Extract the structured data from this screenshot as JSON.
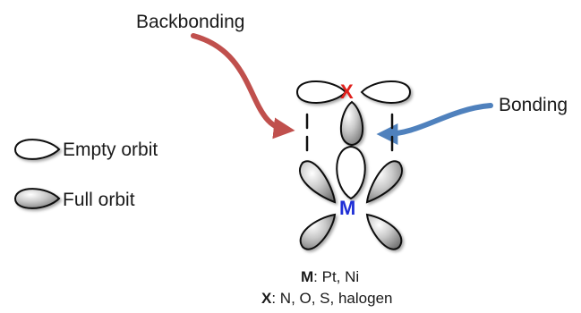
{
  "labels": {
    "backbonding": "Backbonding",
    "bonding": "Bonding",
    "empty_orbit": "Empty orbit",
    "full_orbit": "Full orbit"
  },
  "atoms": {
    "x": {
      "symbol": "X",
      "color": "#e0201c"
    },
    "m": {
      "symbol": "M",
      "color": "#1f2fd6"
    }
  },
  "captions": {
    "m_symbol": "M",
    "m_text": ": Pt, Ni",
    "x_symbol": "X",
    "x_text": ": N, O, S, halogen"
  },
  "colors": {
    "backbonding_arrow": "#c0504d",
    "bonding_arrow": "#4f81bd",
    "orbital_outline": "#111111",
    "orbital_fill": "#8c8c8c"
  }
}
